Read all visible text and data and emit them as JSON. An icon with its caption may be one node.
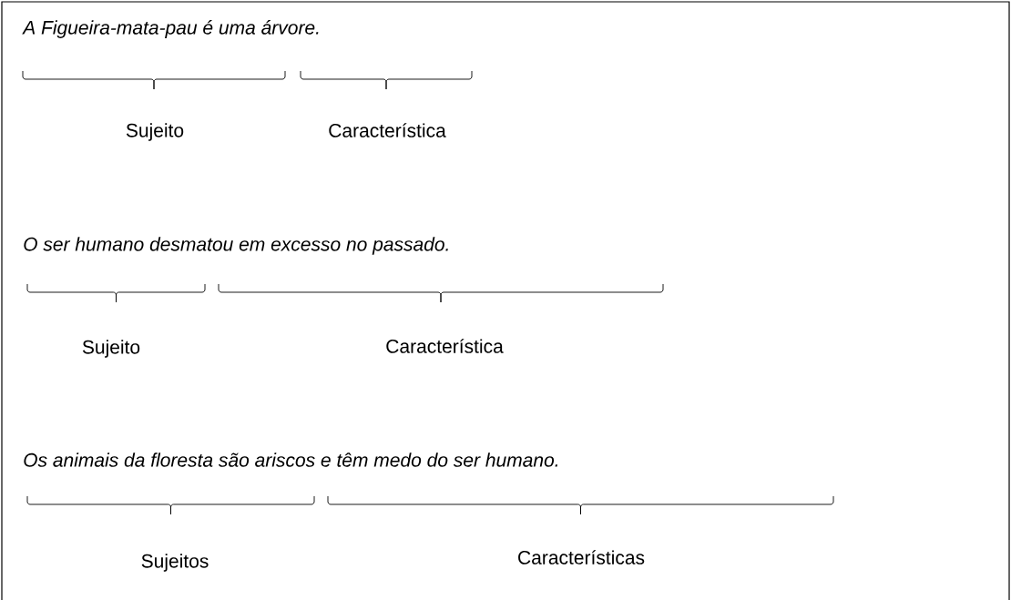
{
  "diagram": {
    "labels": [
      "A Figueira-mata-pau é uma árvore.",
      "Sujeito",
      "Característica",
      "O ser humano desmatou em excesso no passado.",
      "Sujeito",
      "Característica",
      "Os animais da floresta são ariscos e têm medo do ser humano.",
      "Sujeitos",
      "Características"
    ]
  }
}
